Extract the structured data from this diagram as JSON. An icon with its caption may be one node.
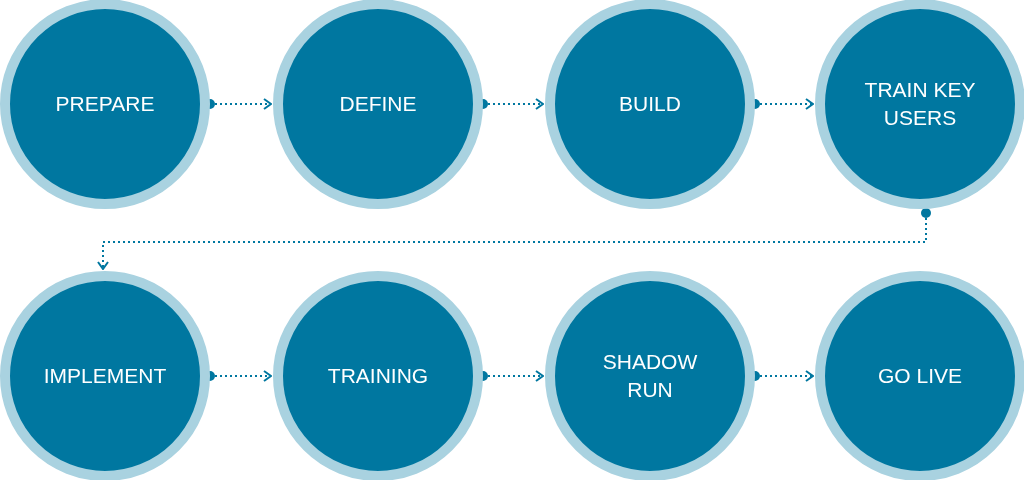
{
  "diagram": {
    "nodes": [
      {
        "text": [
          "PREPARE"
        ]
      },
      {
        "text": [
          "DEFINE"
        ]
      },
      {
        "text": [
          "BUILD"
        ]
      },
      {
        "text": [
          "TRAIN KEY USERS"
        ]
      },
      {
        "text": [
          "IMPLEMENT"
        ]
      },
      {
        "text": [
          "TRAINING"
        ]
      },
      {
        "text": [
          "SHADOW RUN"
        ]
      },
      {
        "text": [
          "GO LIVE"
        ]
      }
    ],
    "edges": [
      {
        "from": 0,
        "to": 1,
        "arrow": "to"
      },
      {
        "from": 1,
        "to": 2,
        "arrow": "to"
      },
      {
        "from": 2,
        "to": 3,
        "arrow": "to"
      },
      {
        "from": 3,
        "to": 4,
        "arrow": "to"
      },
      {
        "from": 4,
        "to": 5,
        "arrow": "to"
      },
      {
        "from": 5,
        "to": 6,
        "arrow": "to"
      },
      {
        "from": 6,
        "to": 7,
        "arrow": "to"
      }
    ]
  }
}
